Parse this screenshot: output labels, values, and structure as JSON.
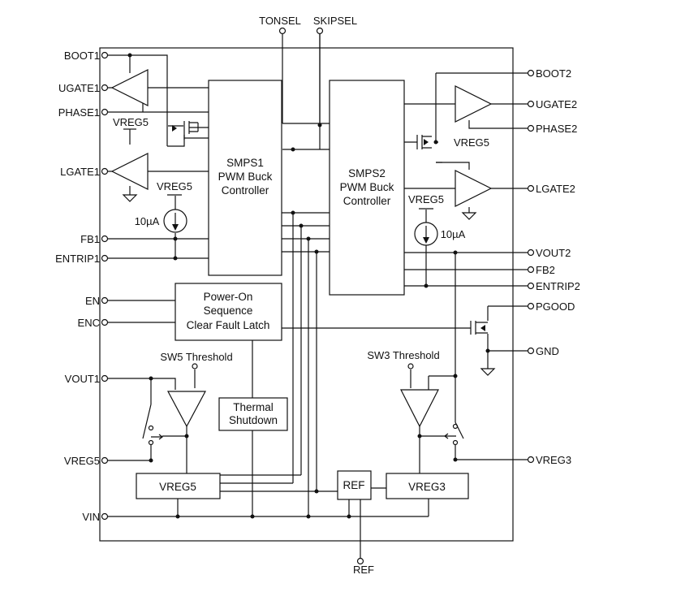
{
  "pins_left": {
    "boot1": "BOOT1",
    "ugate1": "UGATE1",
    "phase1": "PHASE1",
    "lgate1": "LGATE1",
    "fb1": "FB1",
    "entrip1": "ENTRIP1",
    "en": "EN",
    "enc": "ENC",
    "vout1": "VOUT1",
    "vreg5": "VREG5",
    "vin": "VIN"
  },
  "pins_right": {
    "boot2": "BOOT2",
    "ugate2": "UGATE2",
    "phase2": "PHASE2",
    "lgate2": "LGATE2",
    "vout2": "VOUT2",
    "fb2": "FB2",
    "entrip2": "ENTRIP2",
    "pgood": "PGOOD",
    "gnd": "GND",
    "vreg3": "VREG3"
  },
  "pins_top": {
    "tonsel": "TONSEL",
    "skipsel": "SKIPSEL"
  },
  "pins_bottom": {
    "ref": "REF"
  },
  "blocks": {
    "smps1": [
      "SMPS1",
      "PWM Buck",
      "Controller"
    ],
    "smps2": [
      "SMPS2",
      "PWM Buck",
      "Controller"
    ],
    "power_on": [
      "Power-On",
      "Sequence",
      "Clear Fault Latch"
    ],
    "thermal": [
      "Thermal",
      "Shutdown"
    ],
    "vreg5_block": "VREG5",
    "ref_block": "REF",
    "vreg3_block": "VREG3"
  },
  "labels": {
    "vreg5_a": "VREG5",
    "vreg5_b": "VREG5",
    "vreg5_c": "VREG5",
    "vreg5_d": "VREG5",
    "current1": "10µA",
    "current2": "10µA",
    "sw5": "SW5 Threshold",
    "sw3": "SW3 Threshold"
  }
}
